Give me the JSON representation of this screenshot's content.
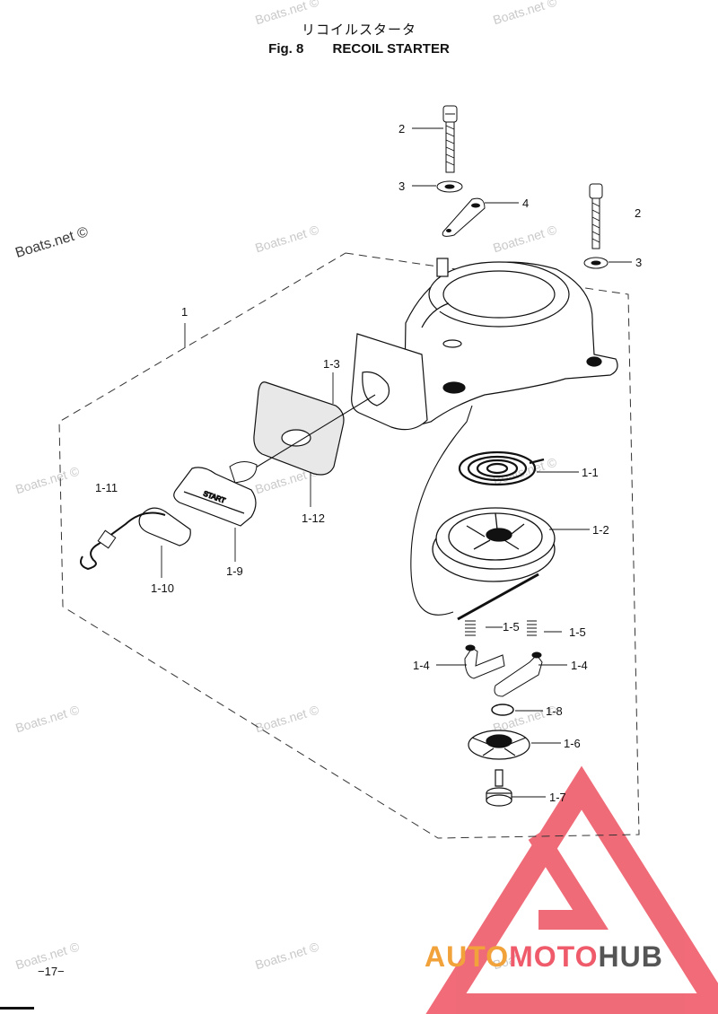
{
  "header": {
    "title_jp": "リコイルスタータ",
    "fig_number": "Fig. 8",
    "fig_title": "RECOIL STARTER"
  },
  "watermarks": [
    "Boats.net ©"
  ],
  "brand": {
    "part1": "AUTO",
    "part2": "MOTO",
    "part3": "HUB"
  },
  "footer": {
    "page": "−17−"
  },
  "callouts": [
    "2",
    "3",
    "4",
    "2",
    "3",
    "1",
    "1-3",
    "1-1",
    "1-2",
    "1-11",
    "1-12",
    "1-9",
    "1-10",
    "1-5",
    "1-5",
    "1-4",
    "1-4",
    "1-8",
    "1-6",
    "1-7"
  ],
  "handle_text": "START",
  "colors": {
    "brand_orange": "#f2a23a",
    "brand_red": "#ef5b6a",
    "brand_gray": "#555555",
    "watermark": "#c9c9c9"
  }
}
